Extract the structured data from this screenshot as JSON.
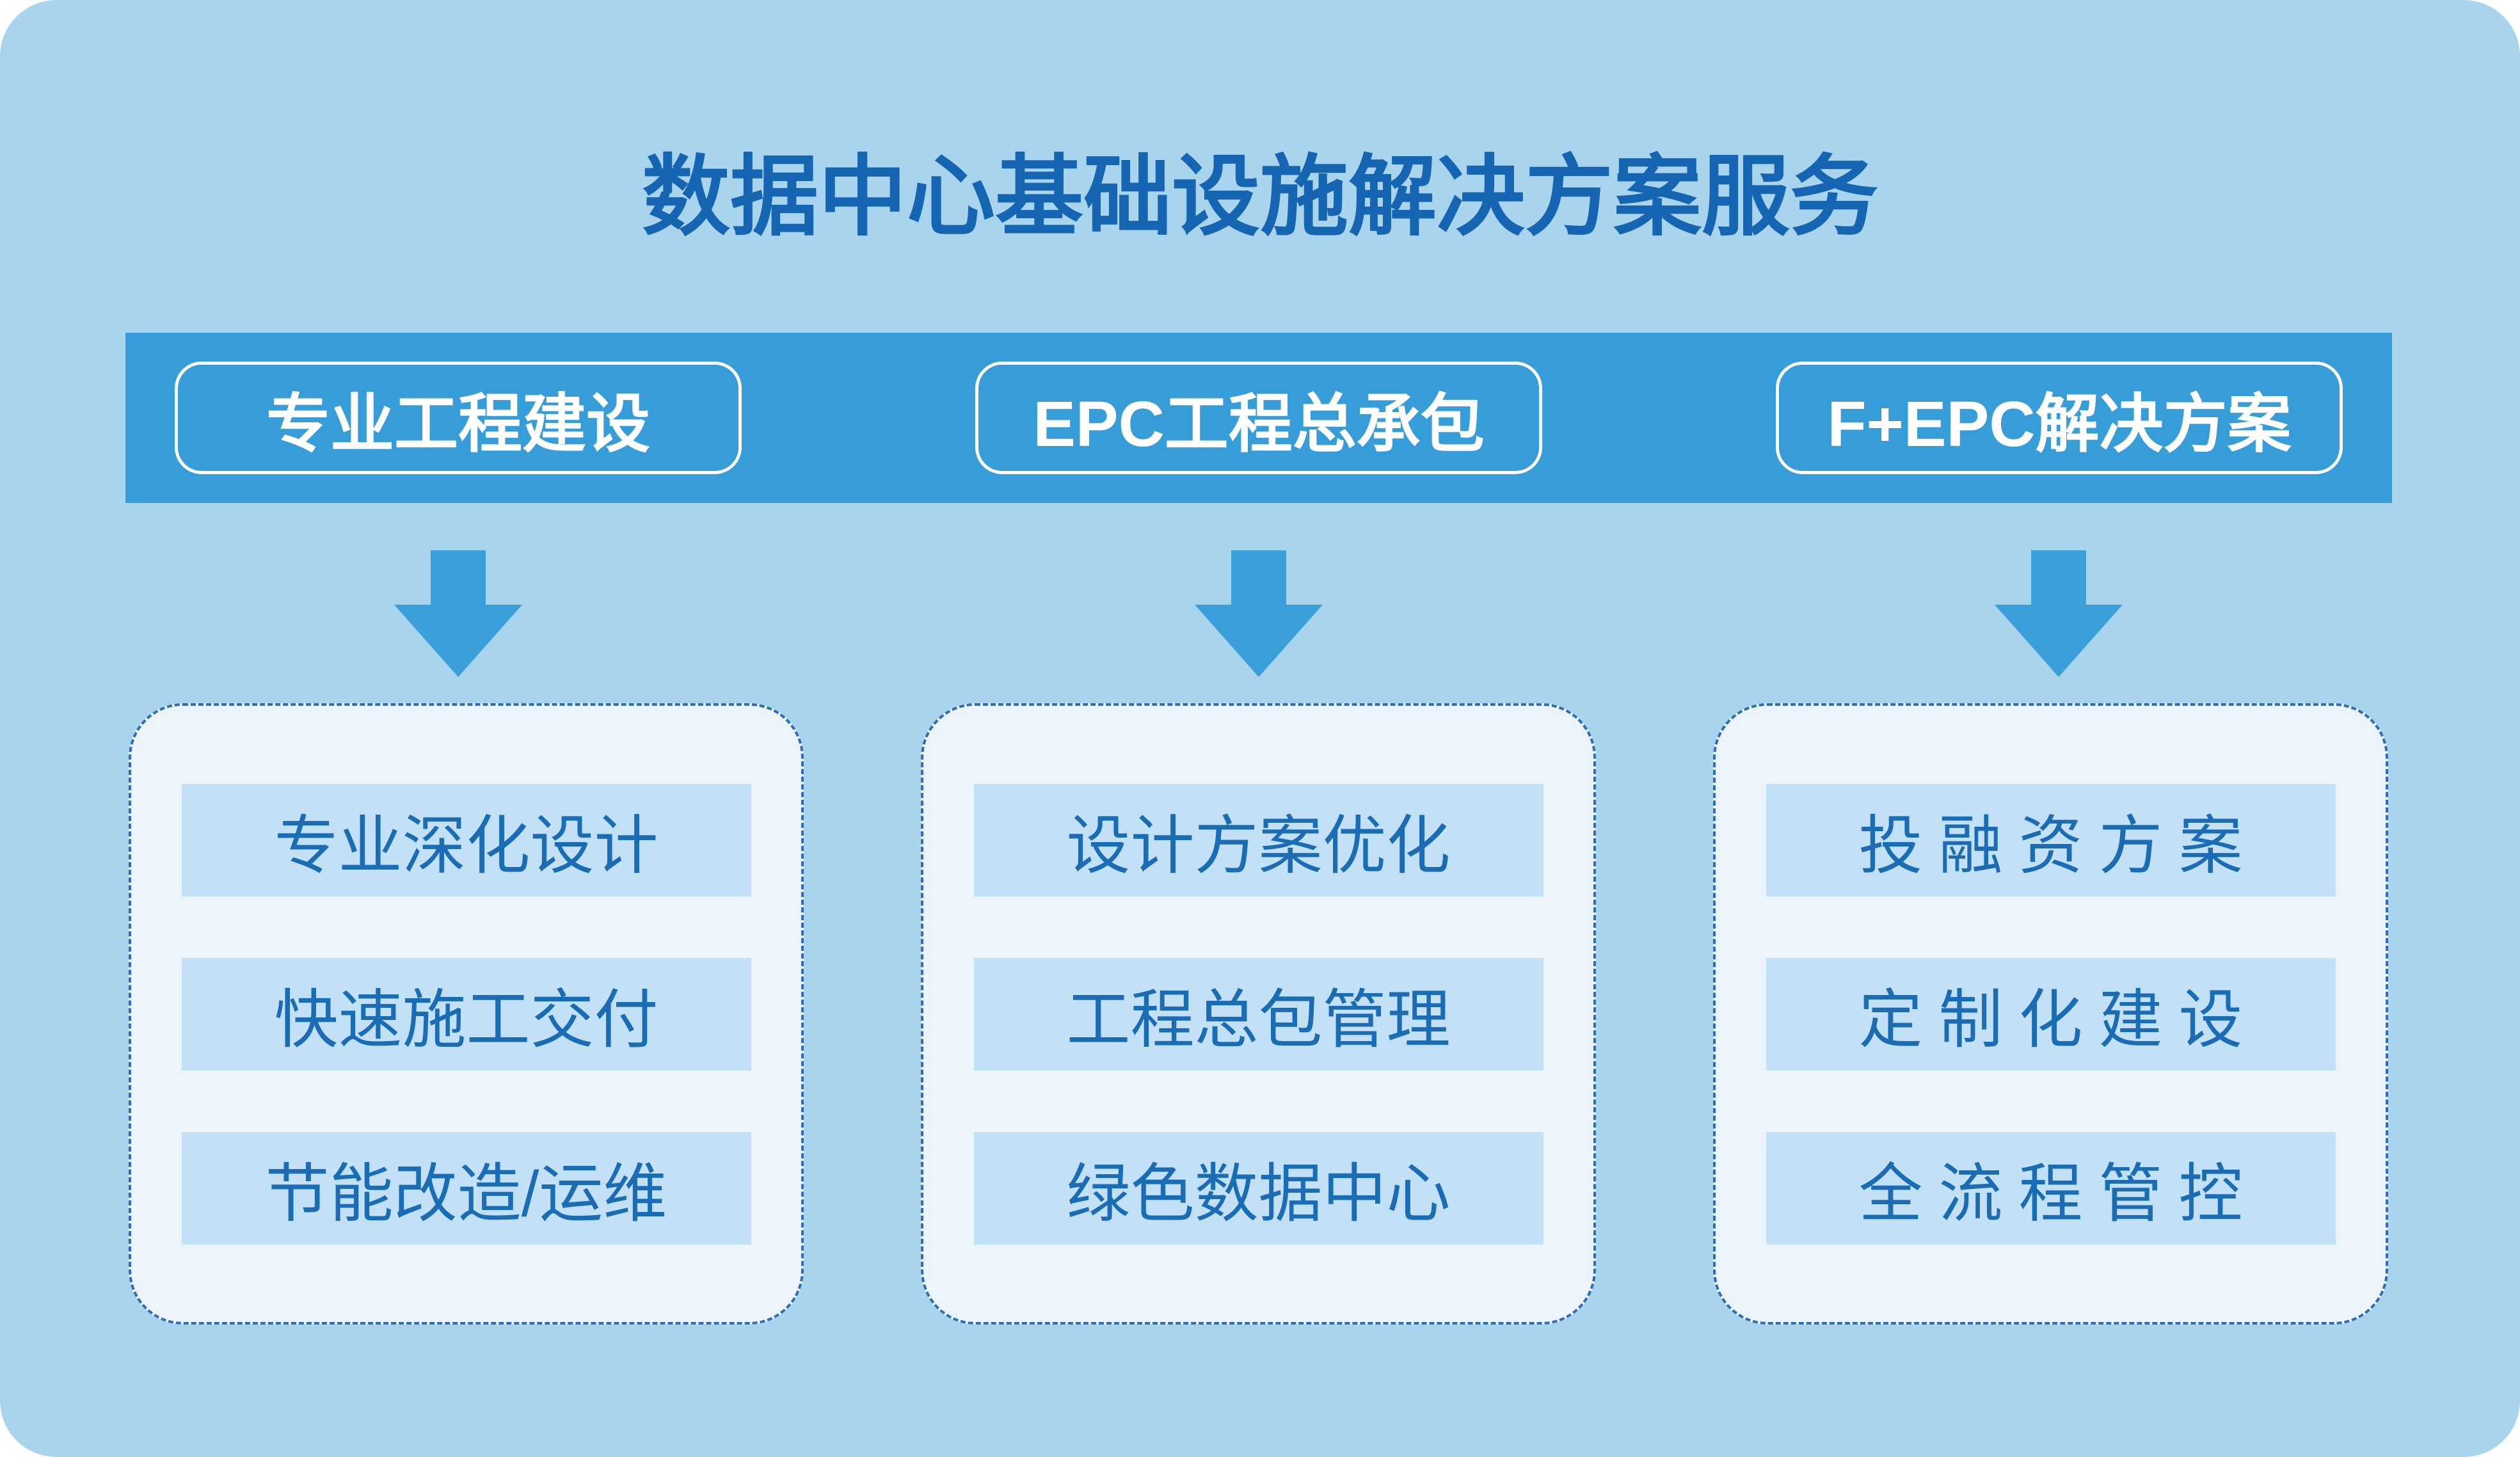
{
  "title": "数据中心基础设施解决方案服务",
  "colors": {
    "panel": "#A9D4EE",
    "banner": "#379DD8",
    "arrow": "#3BA0DA",
    "title_text": "#1565B2",
    "pill_text": "#FFFFFF",
    "column_fill": "#EDF5FC",
    "column_border": "#2F6EB6",
    "item_fill": "#C3E1F6",
    "item_text": "#1A6CB5"
  },
  "banner": {
    "tabs": [
      {
        "label": "专业工程建设"
      },
      {
        "label": "EPC工程总承包"
      },
      {
        "label": "F+EPC解决方案"
      }
    ]
  },
  "columns": [
    {
      "items": [
        "专业深化设计",
        "快速施工交付",
        "节能改造/运维"
      ]
    },
    {
      "items": [
        "设计方案优化",
        "工程总包管理",
        "绿色数据中心"
      ]
    },
    {
      "items": [
        "投融资方案",
        "定制化建设",
        "全流程管控"
      ]
    }
  ]
}
